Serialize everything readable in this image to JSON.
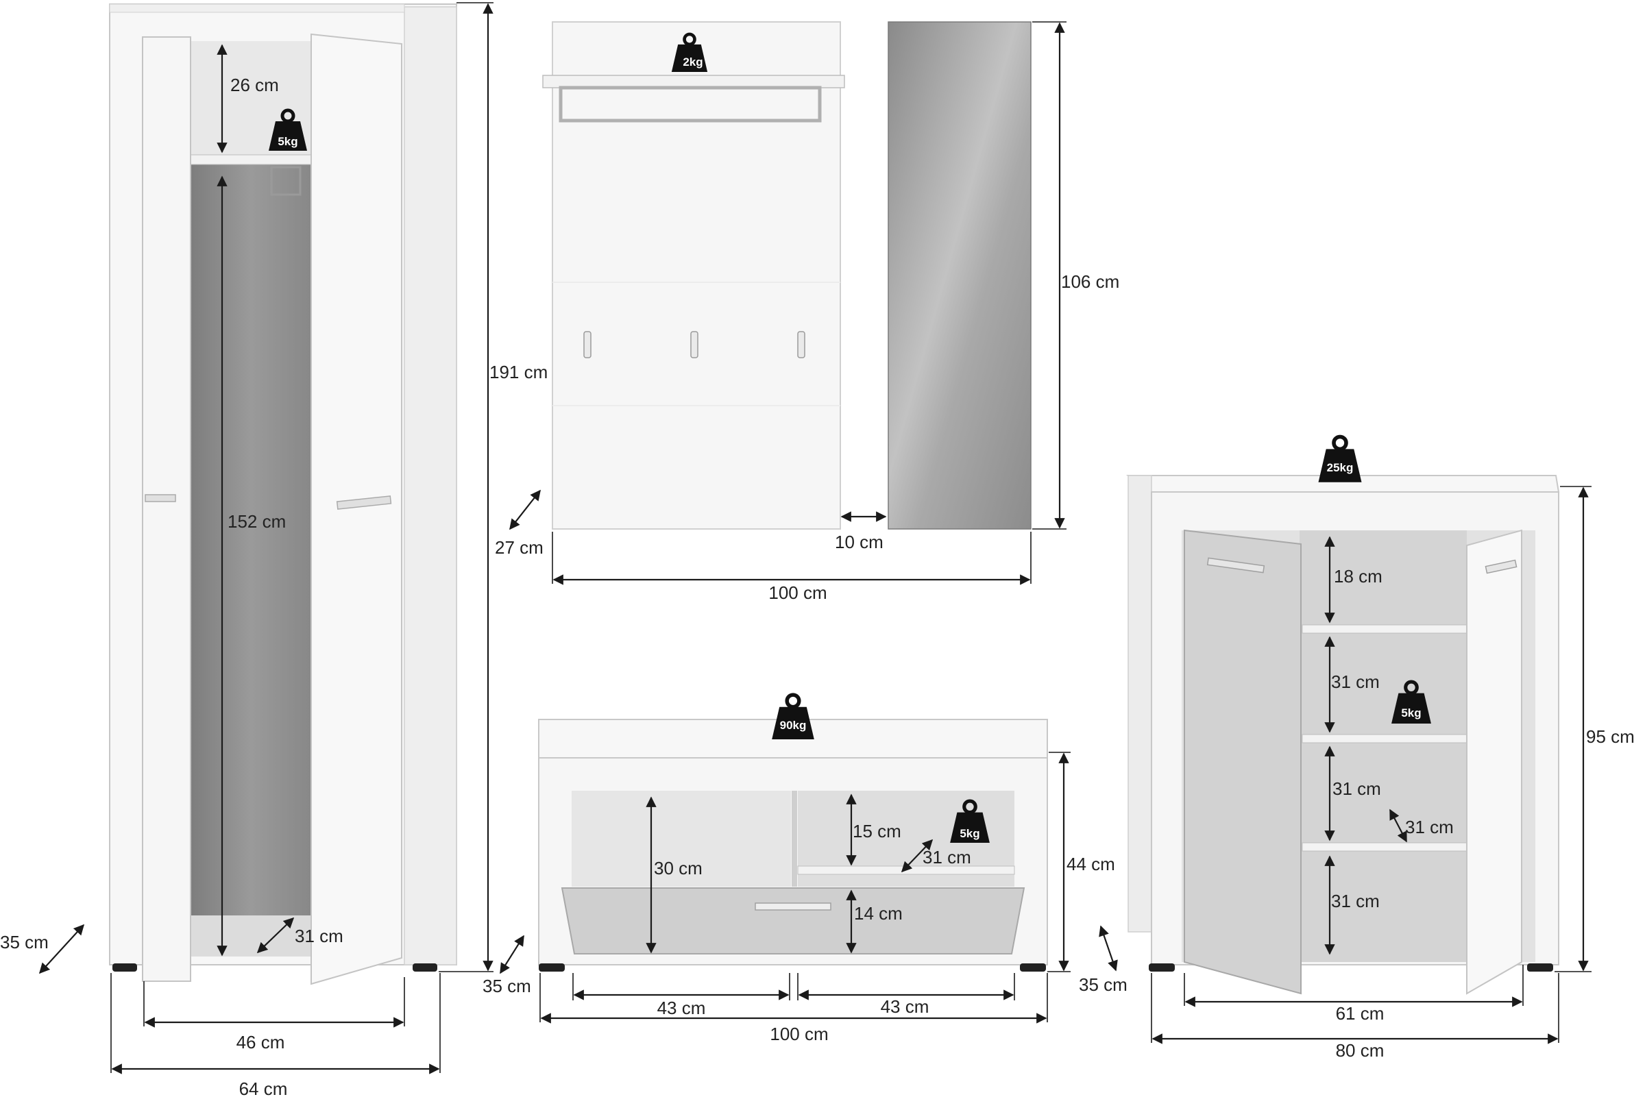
{
  "wardrobe": {
    "top_space": "26 cm",
    "hanging_space": "152 cm",
    "shelf_depth": "31 cm",
    "depth": "35 cm",
    "inner_width": "46 cm",
    "width": "64 cm",
    "height": "191 cm",
    "rail_load": "5kg"
  },
  "coat_panel": {
    "shelf_load": "2kg",
    "depth": "27 cm",
    "gap": "10 cm",
    "total_width": "100 cm"
  },
  "mirror": {
    "height": "106 cm"
  },
  "bench": {
    "load": "90kg",
    "open_height": "30 cm",
    "shelf_space": "15 cm",
    "shelf_depth": "31 cm",
    "shelf_load": "5kg",
    "drawer_height": "14 cm",
    "height": "44 cm",
    "depth": "35 cm",
    "left_width": "43 cm",
    "right_width": "43 cm",
    "width": "100 cm"
  },
  "shoe_cabinet": {
    "top_load": "25kg",
    "space_1": "18 cm",
    "space_2": "31 cm",
    "shelf_load": "5kg",
    "space_3": "31 cm",
    "shelf_depth": "31 cm",
    "space_4": "31 cm",
    "height": "95 cm",
    "depth": "35 cm",
    "inner_width": "61 cm",
    "width": "80 cm"
  },
  "colors": {
    "panel": "#f6f6f6",
    "edge": "#c9c9c9",
    "interior": "#8f8f8f",
    "line": "#1a1a1a",
    "weight_icon": "#111111"
  }
}
